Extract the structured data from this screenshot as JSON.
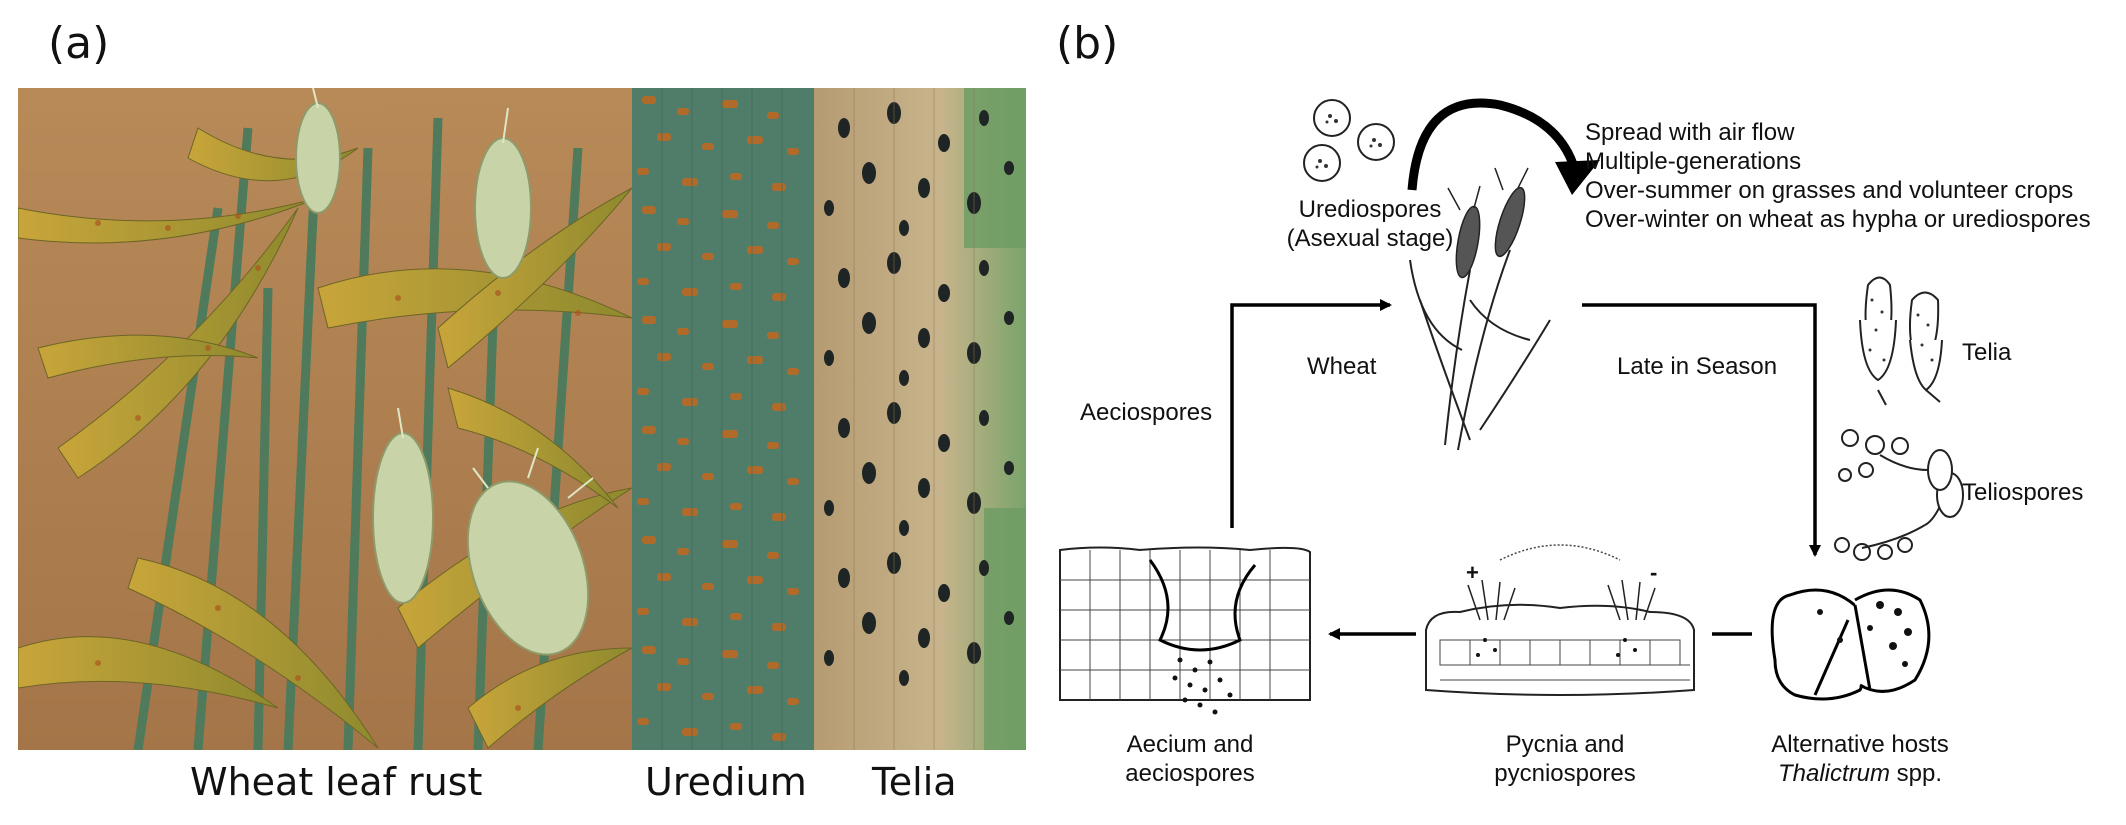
{
  "panel_a": {
    "letter": "(a)",
    "caption_main": "Wheat leaf rust",
    "caption_uredium": "Uredium",
    "caption_telia": "Telia"
  },
  "panel_b": {
    "letter": "(b)",
    "urediospores_line1": "Urediospores",
    "urediospores_line2": "(Asexual stage)",
    "spread_lines": [
      "Spread with air flow",
      "Multiple-generations",
      "Over-summer on grasses and volunteer crops",
      "Over-winter on wheat as hypha or urediospores"
    ],
    "wheat": "Wheat",
    "late_in_season": "Late in Season",
    "aeciospores": "Aeciospores",
    "telia": "Telia",
    "teliospores": "Teliospores",
    "aecium_line1": "Aecium and",
    "aecium_line2": "aeciospores",
    "pycnia_line1": "Pycnia and",
    "pycnia_line2": "pycniospores",
    "alt_hosts_line1": "Alternative hosts",
    "alt_hosts_line2_italic": "Thalictrum",
    "alt_hosts_line2_rest": " spp.",
    "plus_sign": "+",
    "minus_sign": "-"
  },
  "colors": {
    "arrow": "#000000",
    "field_soil": "#b8875a",
    "leaf_green": "#5f7f4e",
    "rust_orange": "#b06a2a"
  }
}
